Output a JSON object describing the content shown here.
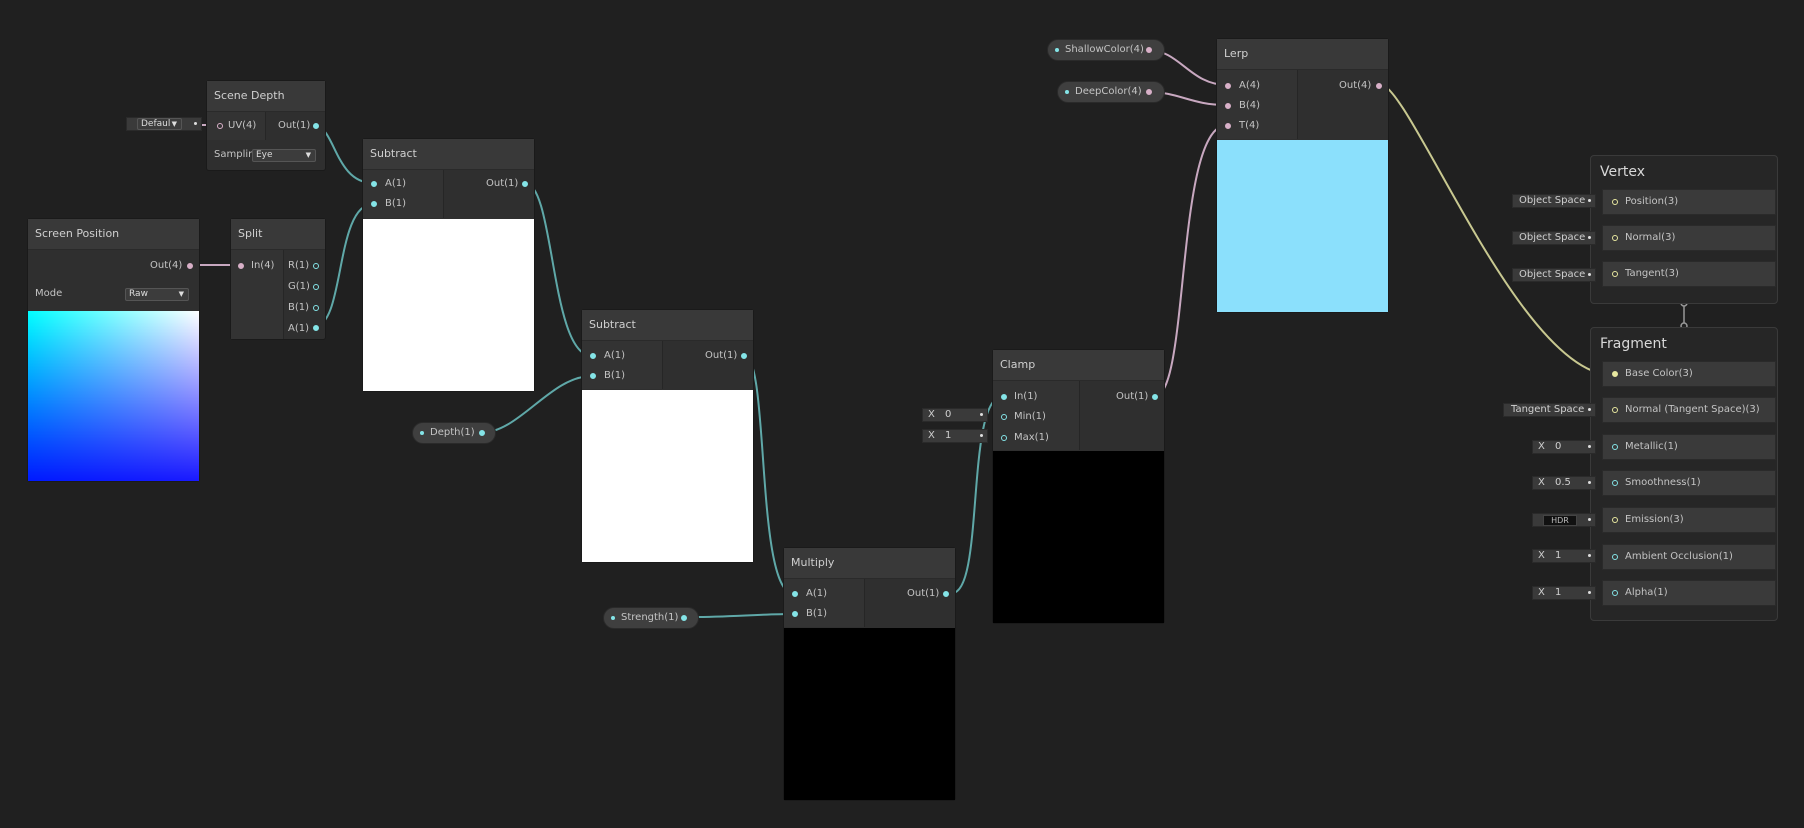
{
  "nodes": {
    "scene_depth": {
      "title": "Scene Depth",
      "uv": "UV(4)",
      "out": "Out(1)",
      "sampling_label": "Samplin",
      "sampling_value": "Eye",
      "uv_default": "Defaul"
    },
    "screen_position": {
      "title": "Screen Position",
      "out": "Out(4)",
      "mode_label": "Mode",
      "mode_value": "Raw"
    },
    "split": {
      "title": "Split",
      "in": "In(4)",
      "outs": [
        "R(1)",
        "G(1)",
        "B(1)",
        "A(1)"
      ]
    },
    "subtract1": {
      "title": "Subtract",
      "a": "A(1)",
      "b": "B(1)",
      "out": "Out(1)"
    },
    "subtract2": {
      "title": "Subtract",
      "a": "A(1)",
      "b": "B(1)",
      "out": "Out(1)"
    },
    "multiply": {
      "title": "Multiply",
      "a": "A(1)",
      "b": "B(1)",
      "out": "Out(1)"
    },
    "clamp": {
      "title": "Clamp",
      "in": "In(1)",
      "min": "Min(1)",
      "max": "Max(1)",
      "out": "Out(1)",
      "min_value": "0",
      "max_value": "1",
      "x_label": "X"
    },
    "lerp": {
      "title": "Lerp",
      "a": "A(4)",
      "b": "B(4)",
      "t": "T(4)",
      "out": "Out(4)"
    }
  },
  "properties": {
    "depth": "Depth(1)",
    "strength": "Strength(1)",
    "shallow_color": "ShallowColor(4)",
    "deep_color": "DeepColor(4)"
  },
  "vertex": {
    "title": "Vertex",
    "slots": [
      {
        "label": "Position(3)",
        "space": "Object Space"
      },
      {
        "label": "Normal(3)",
        "space": "Object Space"
      },
      {
        "label": "Tangent(3)",
        "space": "Object Space"
      }
    ]
  },
  "fragment": {
    "title": "Fragment",
    "base_color": "Base Color(3)",
    "normal": {
      "label": "Normal (Tangent Space)(3)",
      "space": "Tangent Space"
    },
    "metallic": {
      "label": "Metallic(1)",
      "value": "0"
    },
    "smoothness": {
      "label": "Smoothness(1)",
      "value": "0.5"
    },
    "emission": {
      "label": "Emission(3)",
      "hdr": "HDR"
    },
    "ao": {
      "label": "Ambient Occlusion(1)",
      "value": "1"
    },
    "alpha": {
      "label": "Alpha(1)",
      "value": "1"
    },
    "x_label": "X"
  },
  "colors": {
    "background": "#202020",
    "wire_float": "#5fa8a8",
    "wire_vector4": "#c8a8c0",
    "wire_vector3": "#c8c890",
    "lerp_preview": "#8be0fc"
  },
  "icons": {
    "dropdown": "triangle-down",
    "port": "circle"
  }
}
